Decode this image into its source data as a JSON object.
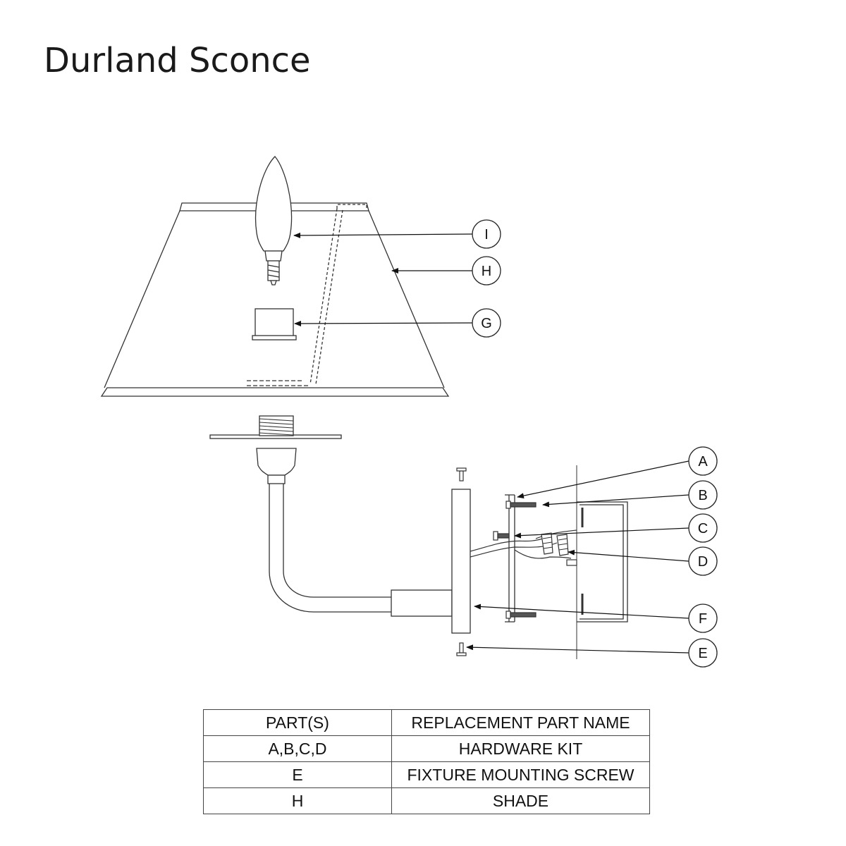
{
  "title": "Durland Sconce",
  "callouts": [
    "I",
    "H",
    "G",
    "A",
    "B",
    "C",
    "D",
    "F",
    "E"
  ],
  "table": {
    "headers": [
      "PART(S)",
      "REPLACEMENT PART NAME"
    ],
    "rows": [
      [
        "A,B,C,D",
        "HARDWARE KIT"
      ],
      [
        "E",
        "FIXTURE MOUNTING SCREW"
      ],
      [
        "H",
        "SHADE"
      ]
    ]
  }
}
